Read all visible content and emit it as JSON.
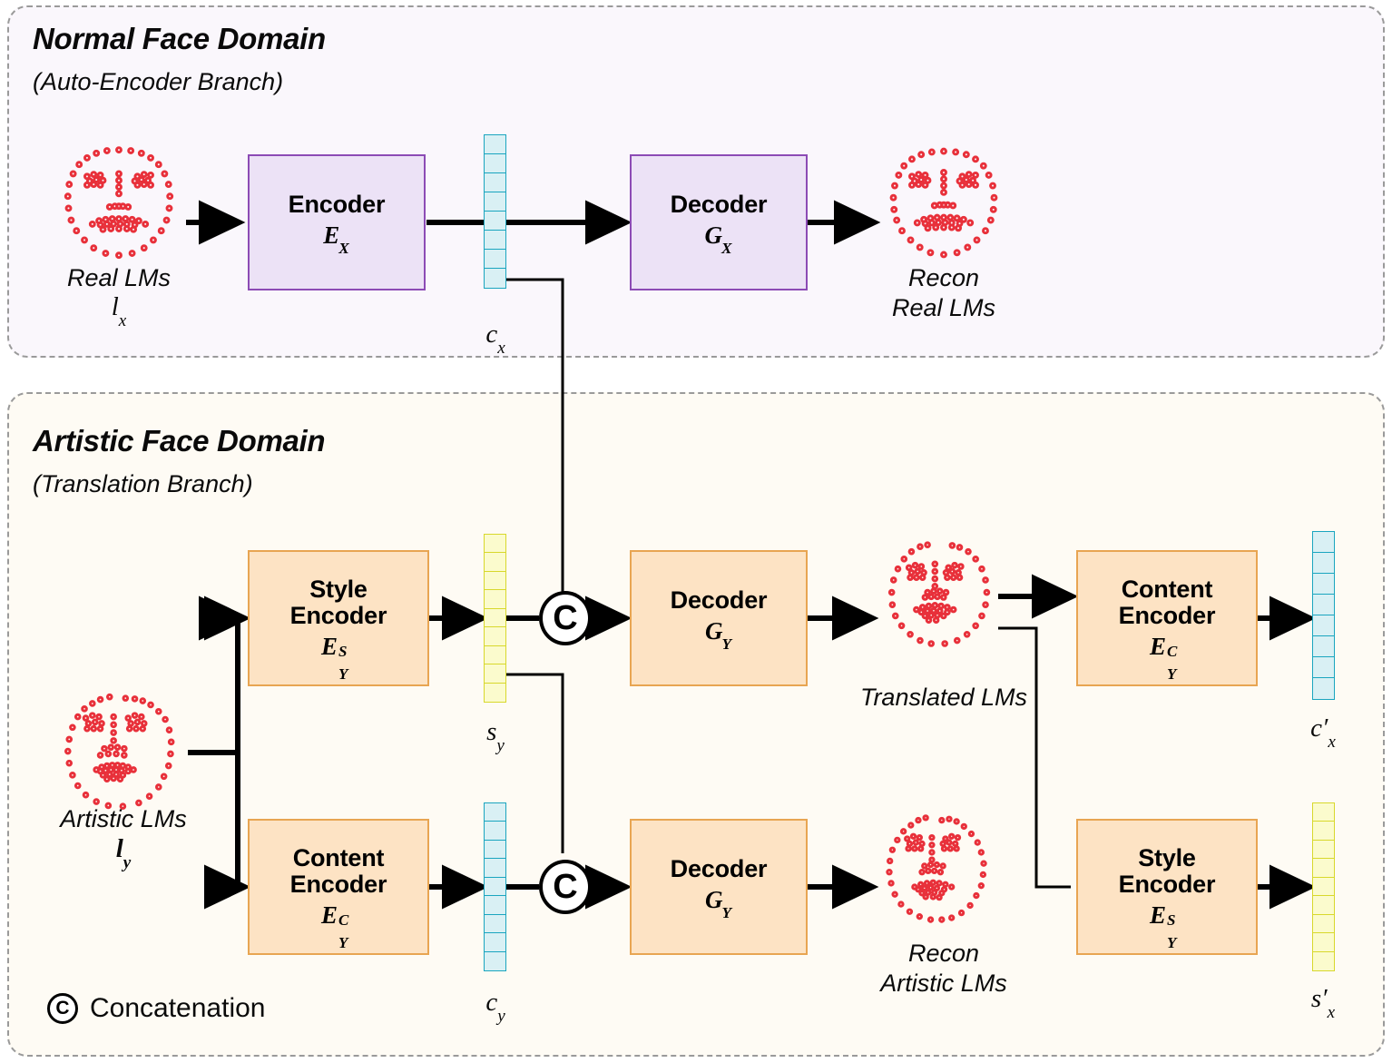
{
  "figure": {
    "kind": "neural-network-architecture-diagram",
    "legend": {
      "symbol": "C",
      "label": "Concatenation"
    }
  },
  "panels": [
    {
      "id": "normal",
      "title": "Normal Face Domain",
      "subtitle": "(Auto-Encoder Branch)",
      "background": "#faf7fc",
      "accent": "#8c4bb5"
    },
    {
      "id": "artistic",
      "title": "Artistic Face Domain",
      "subtitle": "(Translation Branch)",
      "background": "#fefbf4",
      "accent": "#e8a552"
    }
  ],
  "boxes": [
    {
      "id": "encoder-x",
      "title": "Encoder",
      "symbol": "E",
      "sub": "X",
      "sup": "",
      "style": "purple"
    },
    {
      "id": "decoder-x",
      "title": "Decoder",
      "symbol": "G",
      "sub": "X",
      "sup": "",
      "style": "purple"
    },
    {
      "id": "style-encoder-y-1",
      "title": "Style\nEncoder",
      "symbol": "E",
      "sub": "Y",
      "sup": "S",
      "style": "orange"
    },
    {
      "id": "content-encoder-y-1",
      "title": "Content\nEncoder",
      "symbol": "E",
      "sub": "Y",
      "sup": "C",
      "style": "orange"
    },
    {
      "id": "decoder-y-top",
      "title": "Decoder",
      "symbol": "G",
      "sub": "Y",
      "sup": "",
      "style": "orange"
    },
    {
      "id": "decoder-y-bottom",
      "title": "Decoder",
      "symbol": "G",
      "sub": "Y",
      "sup": "",
      "style": "orange"
    },
    {
      "id": "content-encoder-y-2",
      "title": "Content\nEncoder",
      "symbol": "E",
      "sub": "Y",
      "sup": "C",
      "style": "orange"
    },
    {
      "id": "style-encoder-y-2",
      "title": "Style\nEncoder",
      "symbol": "E",
      "sub": "Y",
      "sup": "S",
      "style": "orange"
    }
  ],
  "landmark_images": [
    {
      "id": "real-lms",
      "caption": "Real LMs",
      "symbol": "l",
      "sub": "x",
      "color": "#e8303a"
    },
    {
      "id": "recon-real-lms",
      "caption": "Recon\nReal LMs",
      "symbol": "",
      "sub": "",
      "color": "#e8303a"
    },
    {
      "id": "artistic-lms",
      "caption": "Artistic LMs",
      "symbol": "l",
      "sub": "y",
      "color": "#e8303a"
    },
    {
      "id": "translated-lms",
      "caption": "Translated LMs",
      "symbol": "",
      "sub": "",
      "color": "#e8303a"
    },
    {
      "id": "recon-artistic-lms",
      "caption": "Recon\nArtistic LMs",
      "symbol": "",
      "sub": "",
      "color": "#e8303a"
    }
  ],
  "vectors": [
    {
      "id": "c-x",
      "label": "c",
      "sub": "x",
      "prime": false,
      "cells": 8,
      "color": "cyan",
      "border": "#1aa5bf",
      "fill": "#d9f0f4"
    },
    {
      "id": "s-y",
      "label": "s",
      "sub": "y",
      "prime": false,
      "cells": 9,
      "color": "yellow",
      "border": "#d8d82c",
      "fill": "#fbfbcd"
    },
    {
      "id": "c-y",
      "label": "c",
      "sub": "y",
      "prime": false,
      "cells": 9,
      "color": "cyan",
      "border": "#1aa5bf",
      "fill": "#d9f0f4"
    },
    {
      "id": "c-x-prime",
      "label": "c",
      "sub": "x",
      "prime": true,
      "cells": 8,
      "color": "cyan",
      "border": "#1aa5bf",
      "fill": "#d9f0f4"
    },
    {
      "id": "s-x-prime",
      "label": "s",
      "sub": "x",
      "prime": true,
      "cells": 9,
      "color": "yellow",
      "border": "#d8d82c",
      "fill": "#fbfbcd"
    }
  ],
  "concat_nodes": [
    {
      "id": "concat-top",
      "label": "C"
    },
    {
      "id": "concat-bottom",
      "label": "C"
    }
  ],
  "text": {
    "normal_title": "Normal Face Domain",
    "normal_sub": "(Auto-Encoder Branch)",
    "artistic_title": "Artistic Face Domain",
    "artistic_sub": "(Translation Branch)",
    "encoder": "Encoder",
    "decoder": "Decoder",
    "style_encoder_l1": "Style",
    "style_encoder_l2": "Encoder",
    "content_encoder_l1": "Content",
    "content_encoder_l2": "Encoder",
    "real_lms": "Real LMs",
    "recon_real_lms": "Recon\nReal LMs",
    "artistic_lms": "Artistic LMs",
    "translated_lms": "Translated LMs",
    "recon_artistic_lms": "Recon\nArtistic LMs",
    "concat_symbol": "C",
    "concat_label": "Concatenation"
  }
}
